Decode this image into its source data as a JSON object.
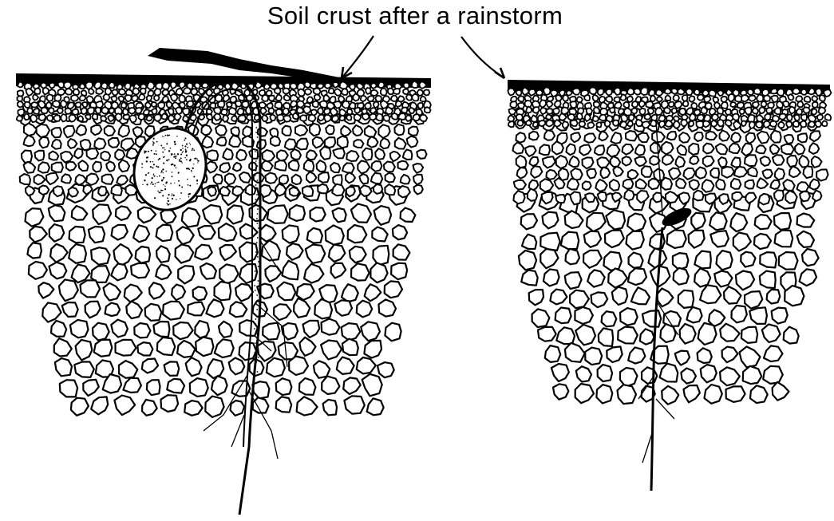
{
  "figure": {
    "label": "Soil crust after a rainstorm"
  },
  "colors": {
    "ink": "#000000",
    "paper": "#ffffff",
    "seed_fill": "#ffffff"
  },
  "panels": [
    {
      "name": "left",
      "contents": [
        "crust-layer",
        "seed",
        "emerging-stem",
        "root",
        "soil-aggregates"
      ]
    },
    {
      "name": "right",
      "contents": [
        "crust-layer",
        "buried-seed",
        "root",
        "soil-aggregates"
      ]
    }
  ]
}
